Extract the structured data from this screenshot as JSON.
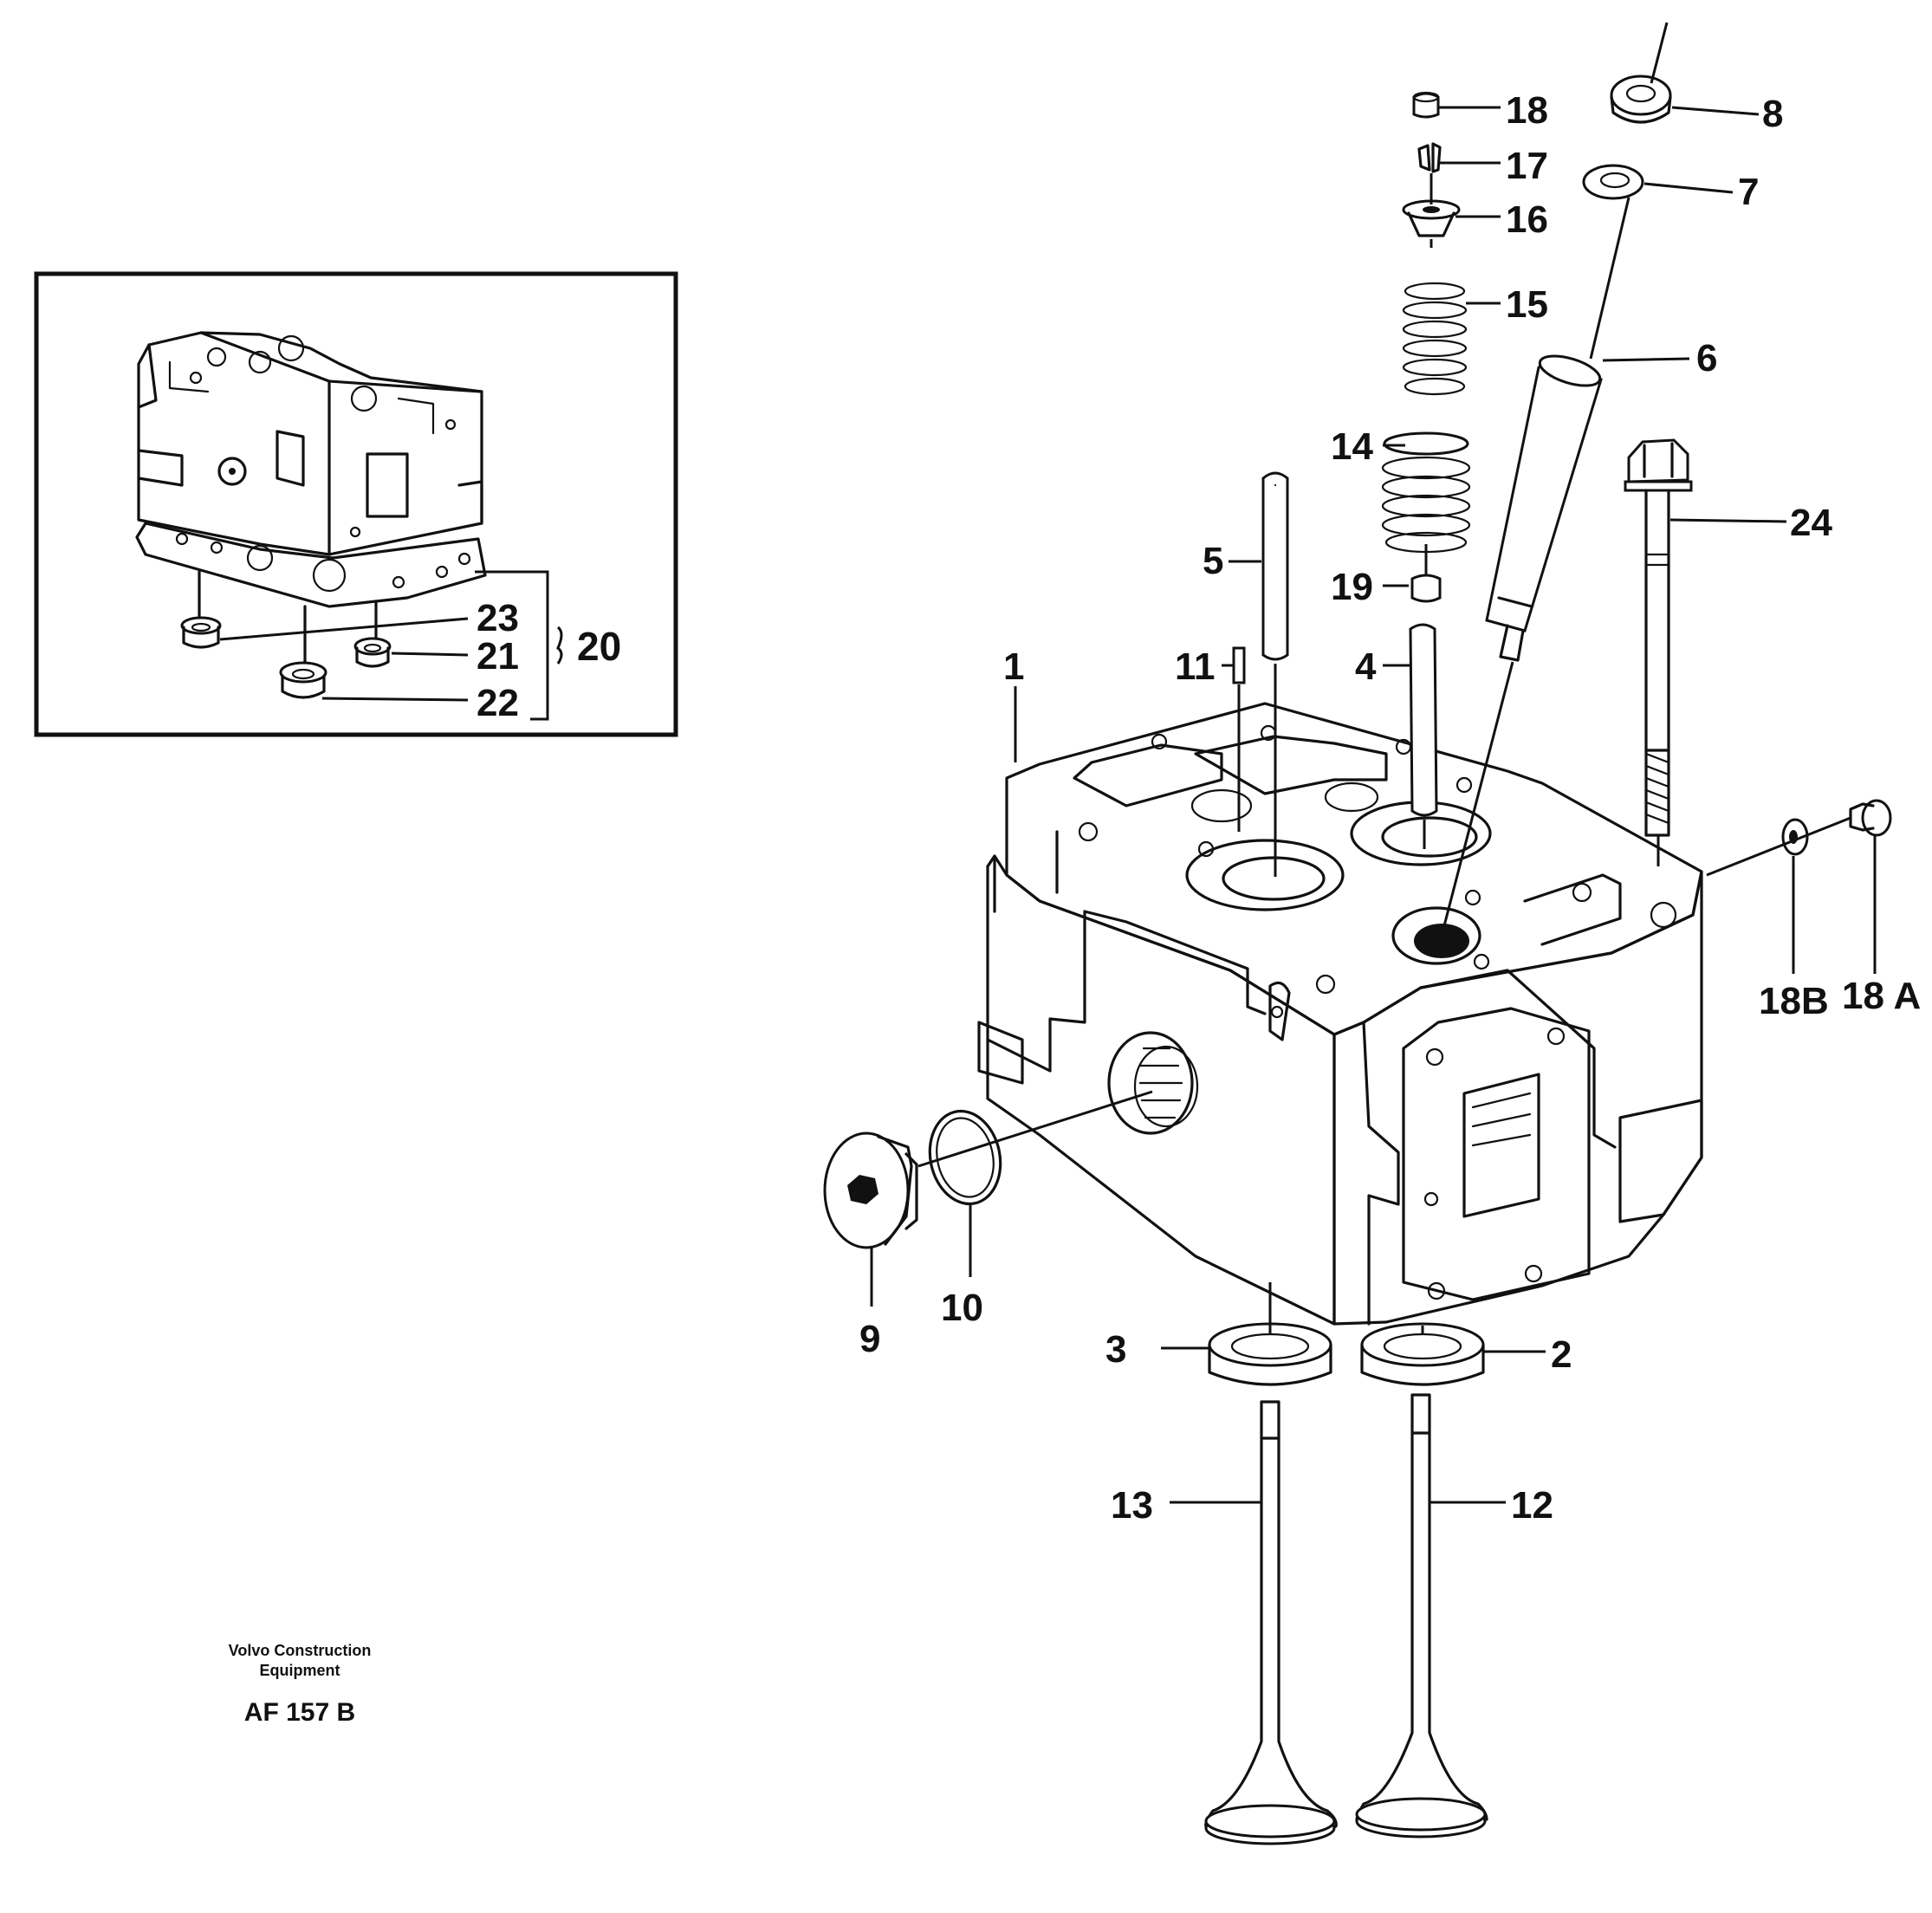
{
  "callouts": {
    "c1": "1",
    "c2": "2",
    "c3": "3",
    "c4": "4",
    "c5": "5",
    "c6": "6",
    "c7": "7",
    "c8": "8",
    "c9": "9",
    "c10": "10",
    "c11": "11",
    "c12": "12",
    "c13": "13",
    "c14": "14",
    "c15": "15",
    "c16": "16",
    "c17": "17",
    "c18": "18",
    "c18a": "18 A",
    "c18b": "18B",
    "c19": "19",
    "c20": "20",
    "c21": "21",
    "c22": "22",
    "c23": "23",
    "c24": "24"
  },
  "footer": {
    "brand_line1": "Volvo Construction",
    "brand_line2": "Equipment",
    "code": "AF 157 B"
  }
}
